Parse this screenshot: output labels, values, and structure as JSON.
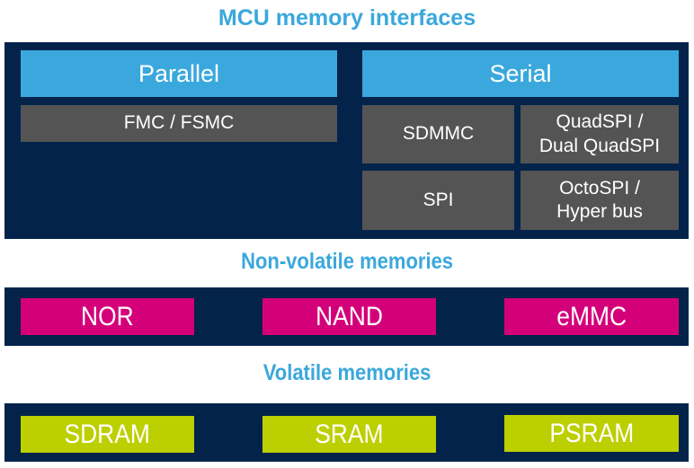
{
  "mcu_interfaces": {
    "title": "MCU memory interfaces",
    "parallel": {
      "header": "Parallel",
      "items": [
        "FMC / FSMC"
      ]
    },
    "serial": {
      "header": "Serial",
      "items": [
        {
          "line1": "SDMMC",
          "line2": ""
        },
        {
          "line1": "QuadSPI /",
          "line2": "Dual QuadSPI"
        },
        {
          "line1": "SPI",
          "line2": ""
        },
        {
          "line1": "OctoSPI /",
          "line2": "Hyper bus"
        }
      ]
    }
  },
  "non_volatile": {
    "title": "Non-volatile memories",
    "items": [
      "NOR",
      "NAND",
      "eMMC"
    ]
  },
  "volatile": {
    "title": "Volatile memories",
    "items": [
      "SDRAM",
      "SRAM",
      "PSRAM"
    ]
  },
  "colors": {
    "title_blue": "#3aa8dc",
    "panel_navy": "#03234b",
    "header_blue": "#3aa8dc",
    "interface_gray": "#545454",
    "non_volatile_magenta": "#d4007a",
    "volatile_lime": "#bccf00"
  }
}
